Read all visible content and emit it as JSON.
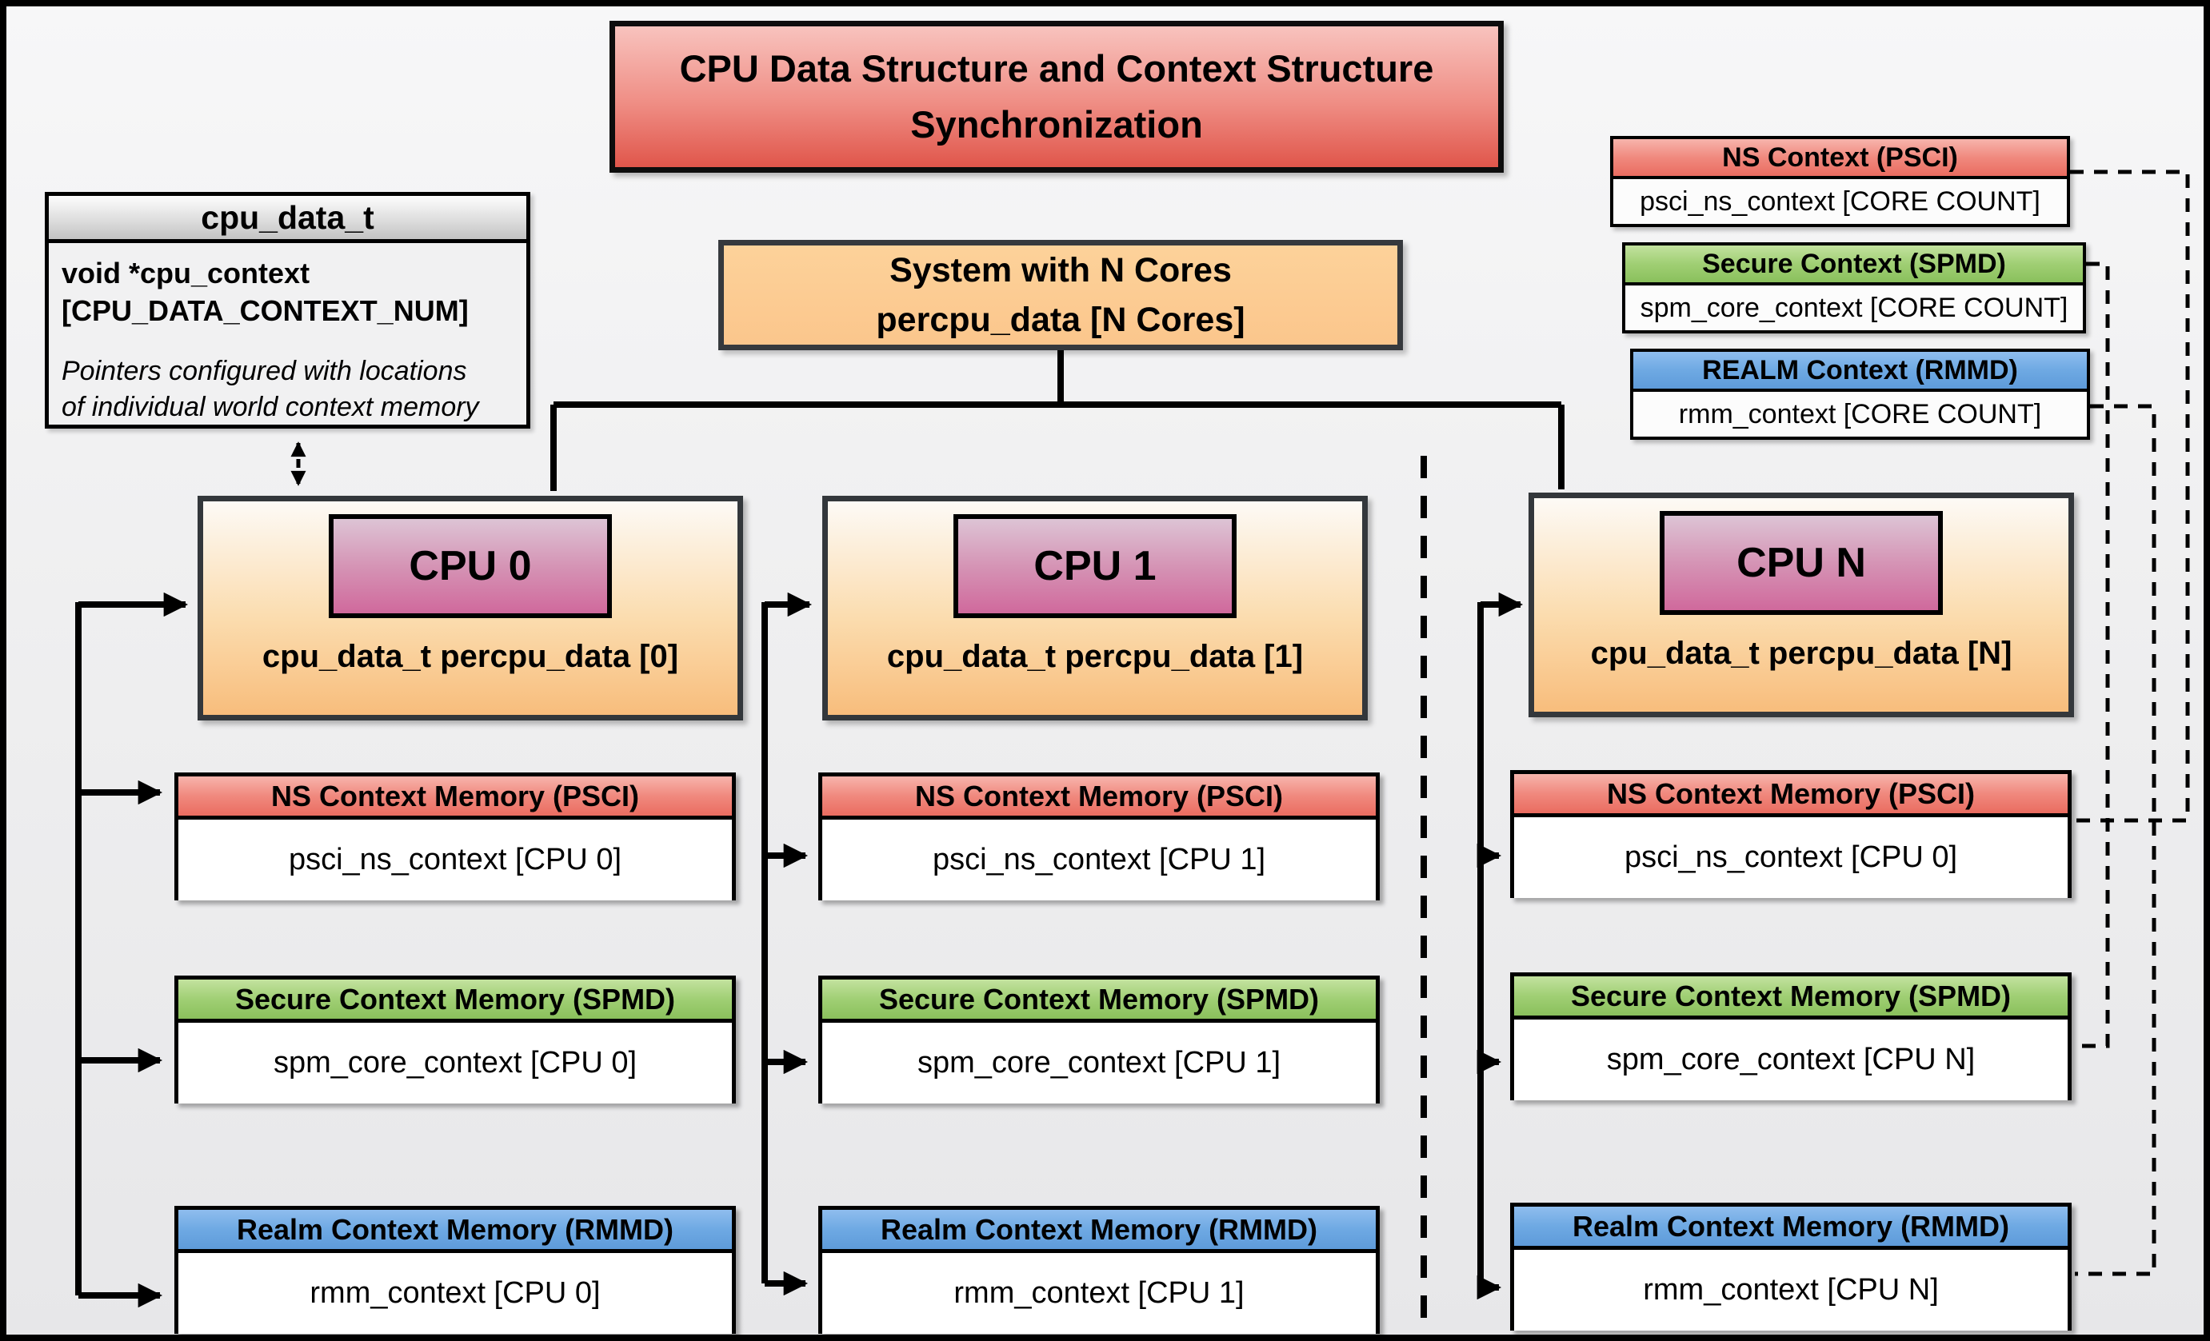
{
  "title": {
    "line1": "CPU Data Structure and Context Structure",
    "line2": "Synchronization"
  },
  "cpu_data_t": {
    "header": "cpu_data_t",
    "decl_line1": "void  *cpu_context",
    "decl_line2": "[CPU_DATA_CONTEXT_NUM]",
    "note_line1": "Pointers configured with locations",
    "note_line2": "of individual world context memory"
  },
  "system_box": {
    "line1": "System with N Cores",
    "line2": "percpu_data [N Cores]"
  },
  "legend": {
    "ns": {
      "header": "NS Context  (PSCI)",
      "body": "psci_ns_context [CORE COUNT]"
    },
    "spmd": {
      "header": "Secure Context (SPMD)",
      "body": "spm_core_context [CORE COUNT]"
    },
    "rmmd": {
      "header": "REALM Context (RMMD)",
      "body": "rmm_context [CORE COUNT]"
    }
  },
  "cpus": [
    {
      "name": "CPU 0",
      "data_label": "cpu_data_t percpu_data [0]",
      "ns": {
        "header": "NS Context Memory (PSCI)",
        "body": "psci_ns_context [CPU 0]"
      },
      "secure": {
        "header": "Secure Context Memory (SPMD)",
        "body": "spm_core_context [CPU 0]"
      },
      "realm": {
        "header": "Realm Context Memory (RMMD)",
        "body": "rmm_context [CPU 0]"
      }
    },
    {
      "name": "CPU 1",
      "data_label": "cpu_data_t percpu_data [1]",
      "ns": {
        "header": "NS Context Memory (PSCI)",
        "body": "psci_ns_context [CPU 1]"
      },
      "secure": {
        "header": "Secure Context Memory (SPMD)",
        "body": "spm_core_context [CPU 1]"
      },
      "realm": {
        "header": "Realm Context Memory (RMMD)",
        "body": "rmm_context [CPU 1]"
      }
    },
    {
      "name": "CPU N",
      "data_label": "cpu_data_t percpu_data [N]",
      "ns": {
        "header": "NS Context Memory (PSCI)",
        "body": "psci_ns_context [CPU 0]"
      },
      "secure": {
        "header": "Secure Context Memory (SPMD)",
        "body": "spm_core_context [CPU N]"
      },
      "realm": {
        "header": "Realm Context Memory (RMMD)",
        "body": "rmm_context [CPU N]"
      }
    }
  ],
  "colors": {
    "title_red": "#e0564b",
    "orange": "#fbc68c",
    "cpu_pink": "#d0699c",
    "ns_red": "#ea6c60",
    "secure_green": "#8ac05c",
    "realm_blue": "#5e9bda",
    "struct_gray": "#c3c3c3",
    "background": "#efeff0",
    "line_black": "#000000"
  }
}
